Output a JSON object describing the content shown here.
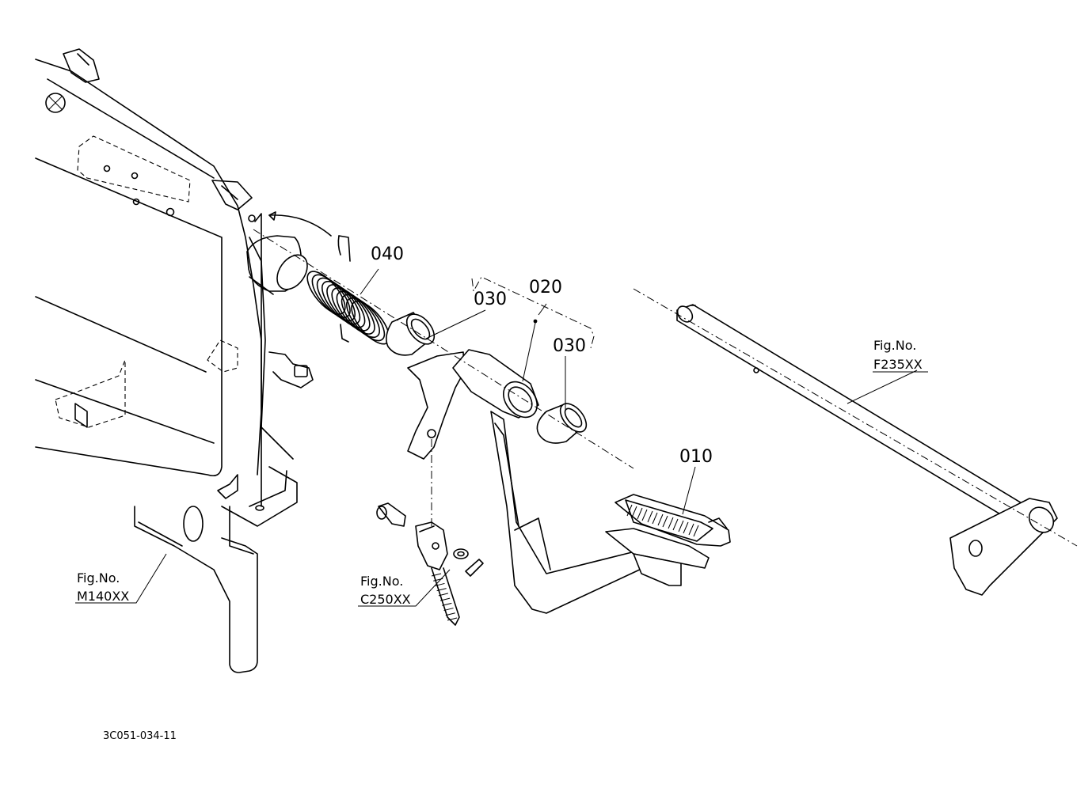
{
  "parts": {
    "p010": "010",
    "p020": "020",
    "p030a": "030",
    "p030b": "030",
    "p040": "040"
  },
  "figrefs": {
    "m140": {
      "line1": "Fig.No.",
      "line2": "M140XX"
    },
    "c250": {
      "line1": "Fig.No.",
      "line2": "C250XX"
    },
    "f235": {
      "line1": "Fig.No.",
      "line2": "F235XX"
    }
  },
  "drawing_code": "3C051-034-11"
}
